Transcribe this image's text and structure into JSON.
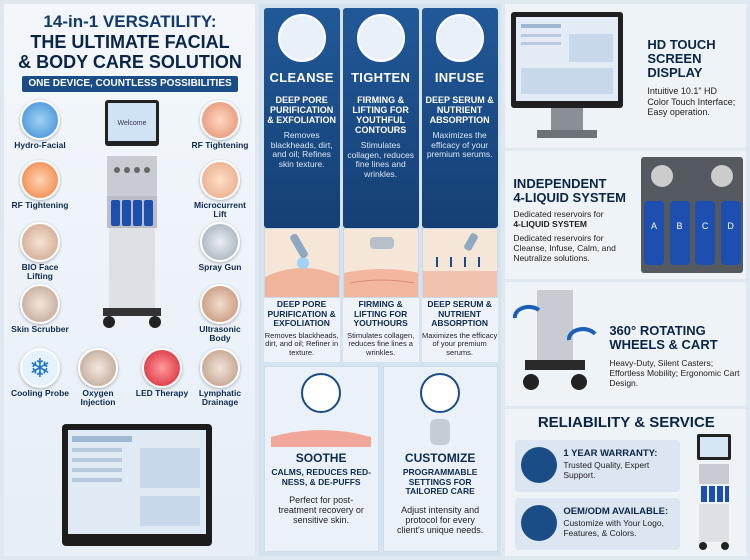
{
  "left": {
    "title_line1": "14-in-1 VERSATILITY:",
    "title_line2": "THE ULTIMATE FACIAL",
    "title_line3": "& BODY CARE SOLUTION",
    "band": "ONE DEVICE, COUNTLESS POSSIBILITIES",
    "screen_text": "Welcome",
    "features": [
      {
        "label": "Hydro-Facial"
      },
      {
        "label": "RF Tightening"
      },
      {
        "label": "RF Tightening"
      },
      {
        "label": "Microcurrent Lift"
      },
      {
        "label": "BIO Face Lifting"
      },
      {
        "label": "Spray Gun"
      },
      {
        "label": "Skin Scrubber"
      },
      {
        "label": "Ultrasonic Body"
      },
      {
        "label": "Cooling Probe"
      },
      {
        "label": "Oxygen Injection"
      },
      {
        "label": "LED Therapy"
      },
      {
        "label": "Lymphatic Drainage"
      }
    ]
  },
  "middle": {
    "cards": [
      {
        "head": "CLEANSE",
        "sub": "DEEP PORE PURIFICATION & EXFOLIATION",
        "body": "Removes blackheads, dirt, and oil; Refines skin texture."
      },
      {
        "head": "TIGHTEN",
        "sub": "FIRMING & LIFTING FOR YOUTHFUL CONTOURS",
        "body": "Stimulates collagen, reduces fine lines and wrinkles."
      },
      {
        "head": "INFUSE",
        "sub": "DEEP SERUM & NUTRIENT ABSORPTION",
        "body": "Maximizes the efficacy of your premium serums."
      }
    ],
    "captions": [
      {
        "title": "DEEP PORE PURIFICATION & EXFOLIATION",
        "body": "Removes blackheads, dirt, and oil; Refiner in texture."
      },
      {
        "title": "FIRMING & LIFTING FOR YOUTHOURS",
        "body": "Stimulates collagen, reduces fine lines a wrinkles."
      },
      {
        "title": "DEEP SERUM & NUTRIENT ABSORPTION",
        "body": "Maximizes the efficacy of your premium serums."
      }
    ],
    "soothe": {
      "head": "SOOTHE",
      "sub": "CALMS, REDUCES RED-NESS, & DE-PUFFS",
      "body": "Perfect for post-treatment recovery or sensitive skin."
    },
    "customize": {
      "head": "CUSTOMIZE",
      "sub": "PROGRAMMABLE SETTINGS FOR TAILORED CARE",
      "body": "Adjust intensity and protocol for every client's unique needs."
    }
  },
  "right": {
    "hd": {
      "title1": "HD TOUCH",
      "title2": "SCREEN",
      "title3": "DISPLAY",
      "body": "Intuitive 10.1\" HD Color Touch Interface; Easy operation."
    },
    "liquid": {
      "title1": "INDEPENDENT",
      "title2": "4-LIQUID SYSTEM",
      "body1": "Dedicated reservoirs for",
      "body1b": "4-LIQUID SYSTEM",
      "body2": "Dedicated reservoirs for Cleanse, Infuse, Calm, and Neutralize solutions.",
      "bottles": [
        "A",
        "B",
        "C",
        "D"
      ]
    },
    "rotating": {
      "title1": "360° ROTATING",
      "title2": "WHEELS & CART",
      "body": "Heavy-Duty, Silent Casters; Effortless Mobility; Ergonomic Cart Design."
    },
    "reliability": {
      "title": "RELIABILITY & SERVICE",
      "warranty": {
        "title": "1 YEAR WARRANTY:",
        "body": "Trusted Quality, Expert Support."
      },
      "odm": {
        "title": "OEM/ODM AVAILABLE:",
        "body": "Customize with Your Logo, Features, & Colors."
      }
    }
  },
  "colors": {
    "navy": "#153f75",
    "accent": "#1a4c86",
    "bottle": "#1d4fb0"
  }
}
